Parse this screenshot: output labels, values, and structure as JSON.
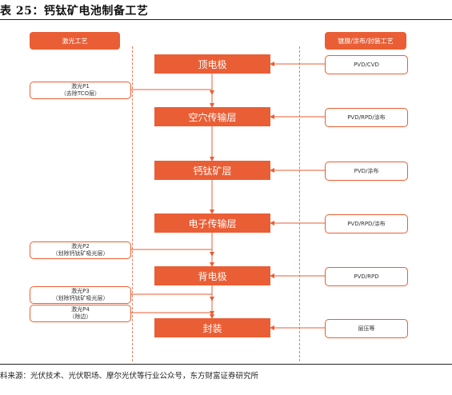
{
  "figure_title": "表 25：钙钛矿电池制备工艺",
  "headers": {
    "left": "激光工艺",
    "right": "镀膜/涂布/封装工艺"
  },
  "steps": [
    "顶电极",
    "空穴传输层",
    "钙钛矿层",
    "电子传输层",
    "背电极",
    "封装"
  ],
  "right_processes": [
    "PVD/CVD",
    "PVD/RPD/涂布",
    "PVD/涂布",
    "PVD/RPD/涂布",
    "PVD/RPD",
    "层压等"
  ],
  "laser_processes": [
    {
      "name": "激光P1",
      "detail": "（去除TCO层）"
    },
    {
      "name": "激光P2",
      "detail": "（划除钙钛矿吸光层）"
    },
    {
      "name": "激光P3",
      "detail": "（划除钙钛矿吸光层）"
    },
    {
      "name": "激光P4",
      "detail": "（除边）"
    }
  ],
  "source": "料来源：光伏技术、光伏职场、摩尔光伏等行业公众号，东方财富证券研究所",
  "colors": {
    "accent": "#ea5e35",
    "dashed": "#e9795a"
  }
}
